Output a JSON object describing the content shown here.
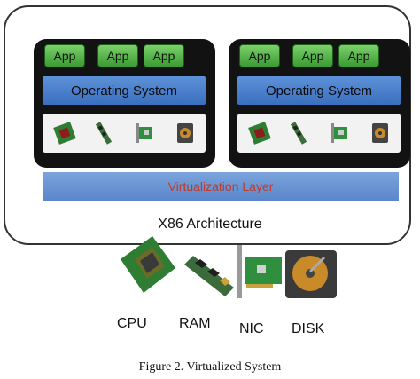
{
  "vm_left": {
    "apps": [
      "App",
      "App",
      "App"
    ],
    "os": "Operating System"
  },
  "vm_right": {
    "apps": [
      "App",
      "App",
      "App"
    ],
    "os": "Operating System"
  },
  "virtualization_layer": "Virtualization Layer",
  "architecture": "X86 Architecture",
  "devices": [
    "CPU",
    "RAM",
    "NIC",
    "DISK"
  ],
  "caption": "Figure 2.   Virtualized System",
  "colors": {
    "app_green": "#4caf3f",
    "os_blue": "#3a6fbf",
    "virt_text": "#c0392b",
    "vm_bg": "#121212"
  }
}
